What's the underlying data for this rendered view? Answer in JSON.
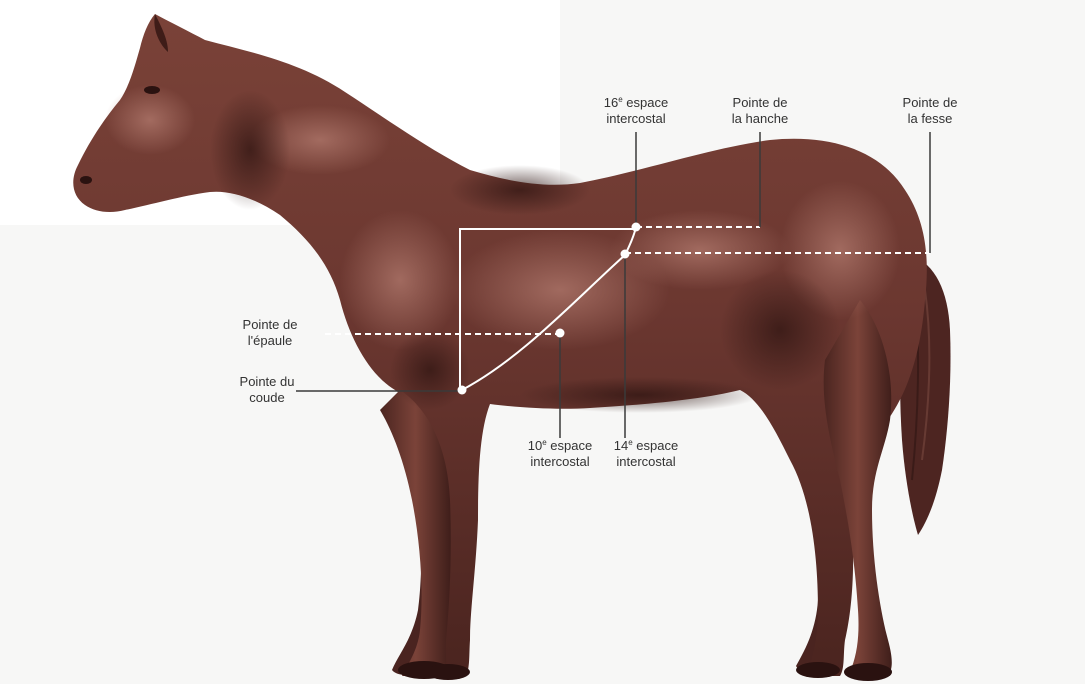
{
  "labels": {
    "space16": {
      "number": "16",
      "suffix": "e",
      "line1_rest": " espace",
      "line2": "intercostal"
    },
    "hanche": {
      "line1": "Pointe de",
      "line2": "la hanche"
    },
    "fesse": {
      "line1": "Pointe de",
      "line2": "la fesse"
    },
    "epaule": {
      "line1": "Pointe de",
      "line2": "l'épaule"
    },
    "coude": {
      "line1": "Pointe du",
      "line2": "coude"
    },
    "space10": {
      "number": "10",
      "suffix": "e",
      "line1_rest": " espace",
      "line2": "intercostal"
    },
    "space14": {
      "number": "14",
      "suffix": "e",
      "line1_rest": " espace",
      "line2": "intercostal"
    }
  },
  "colors": {
    "horse_base": "#6b3730",
    "horse_dark": "#3e1c18",
    "horse_light": "#9a6257",
    "guide_lines": "#ffffff",
    "leader_lines": "#3a3a3a",
    "label_text": "#333333"
  }
}
